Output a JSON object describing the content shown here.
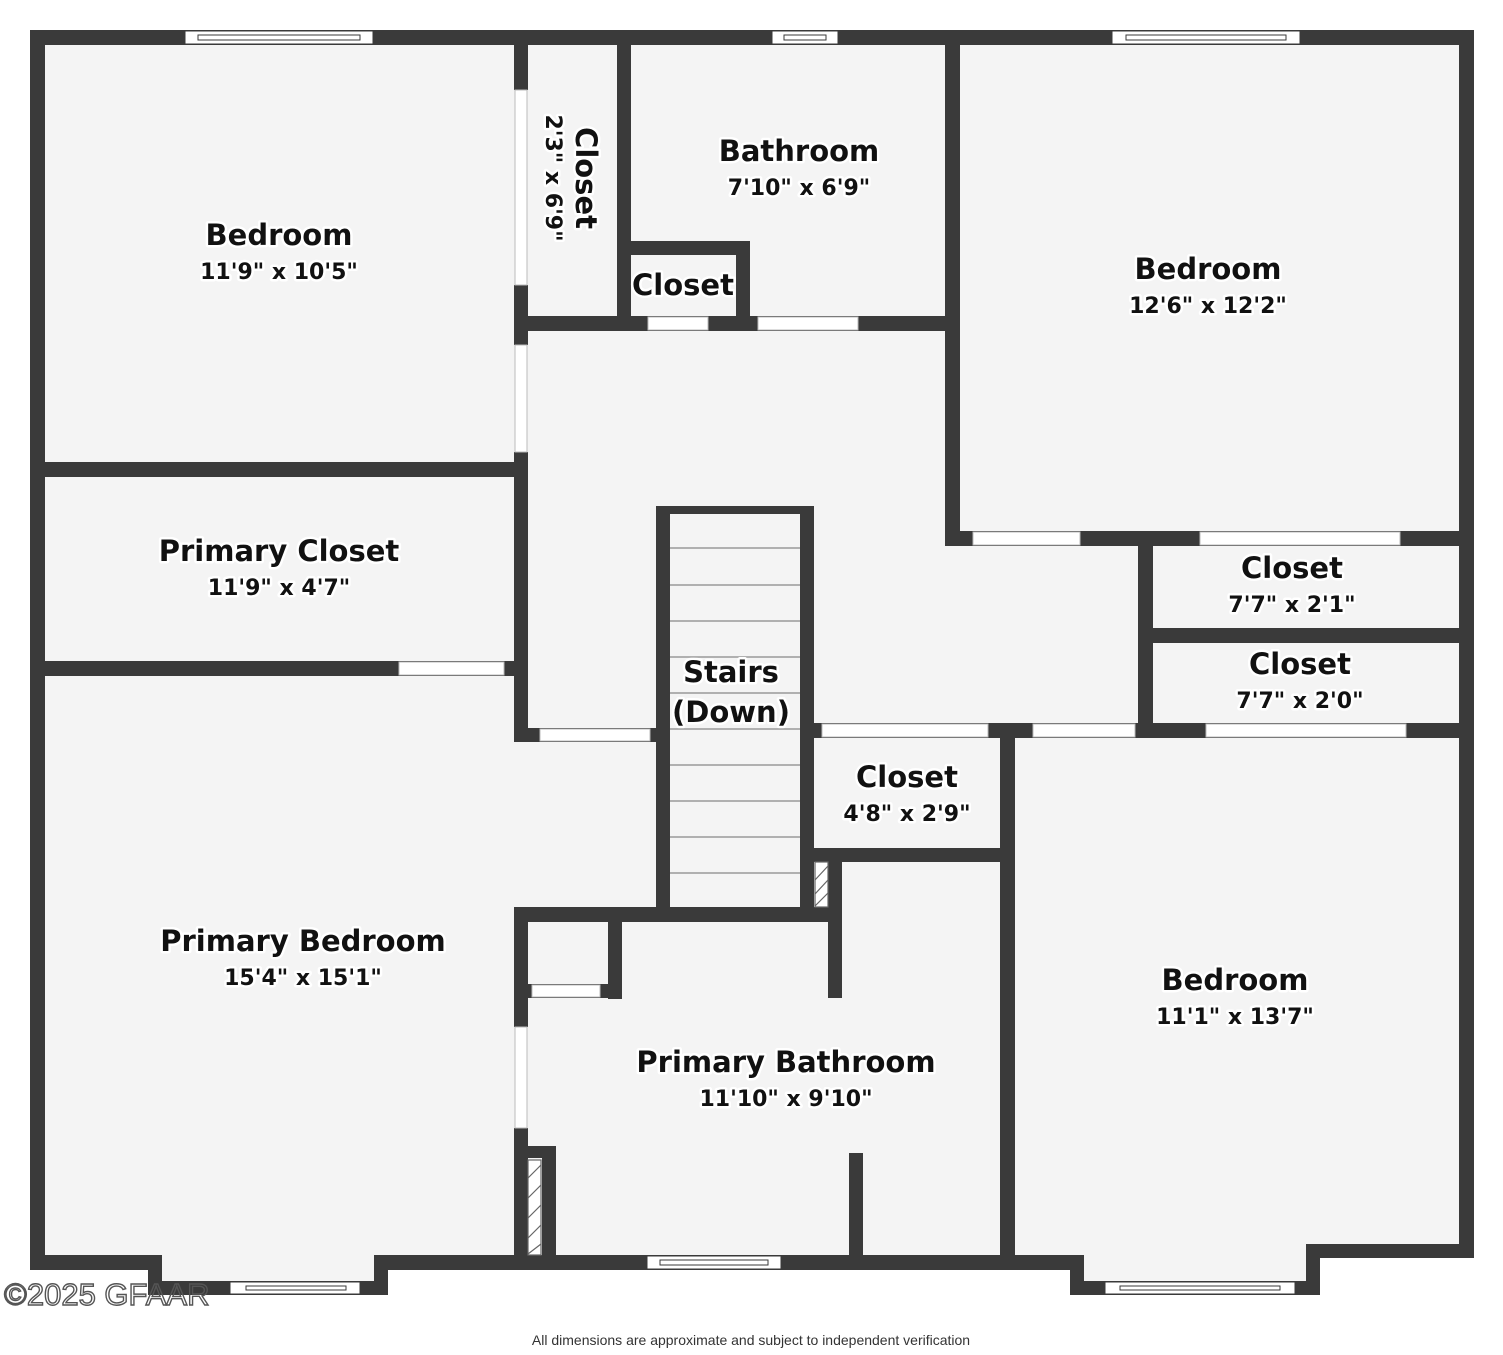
{
  "rooms": {
    "bedroom_nw": {
      "name": "Bedroom",
      "dims": "11'9\" x 10'5\""
    },
    "closet_vertical": {
      "name": "Closet",
      "dims": "2'3\" x 6'9\""
    },
    "bathroom": {
      "name": "Bathroom",
      "dims": "7'10\" x 6'9\""
    },
    "bath_closet": {
      "name": "Closet"
    },
    "bedroom_ne": {
      "name": "Bedroom",
      "dims": "12'6\" x 12'2\""
    },
    "primary_closet": {
      "name": "Primary Closet",
      "dims": "11'9\" x 4'7\""
    },
    "closet_e1": {
      "name": "Closet",
      "dims": "7'7\" x 2'1\""
    },
    "closet_e2": {
      "name": "Closet",
      "dims": "7'7\" x 2'0\""
    },
    "stairs": {
      "name": "Stairs",
      "note": "(Down)"
    },
    "closet_mid": {
      "name": "Closet",
      "dims": "4'8\" x 2'9\""
    },
    "primary_bedroom": {
      "name": "Primary Bedroom",
      "dims": "15'4\" x 15'1\""
    },
    "bedroom_se": {
      "name": "Bedroom",
      "dims": "11'1\" x 13'7\""
    },
    "primary_bathroom": {
      "name": "Primary Bathroom",
      "dims": "11'10\" x 9'10\""
    }
  },
  "watermark": "©2025 GFAAR",
  "footer": "All dimensions are approximate and subject to independent verification",
  "colors": {
    "wall": "#3a3a3a",
    "floor": "#f4f4f4",
    "background": "#ffffff"
  }
}
